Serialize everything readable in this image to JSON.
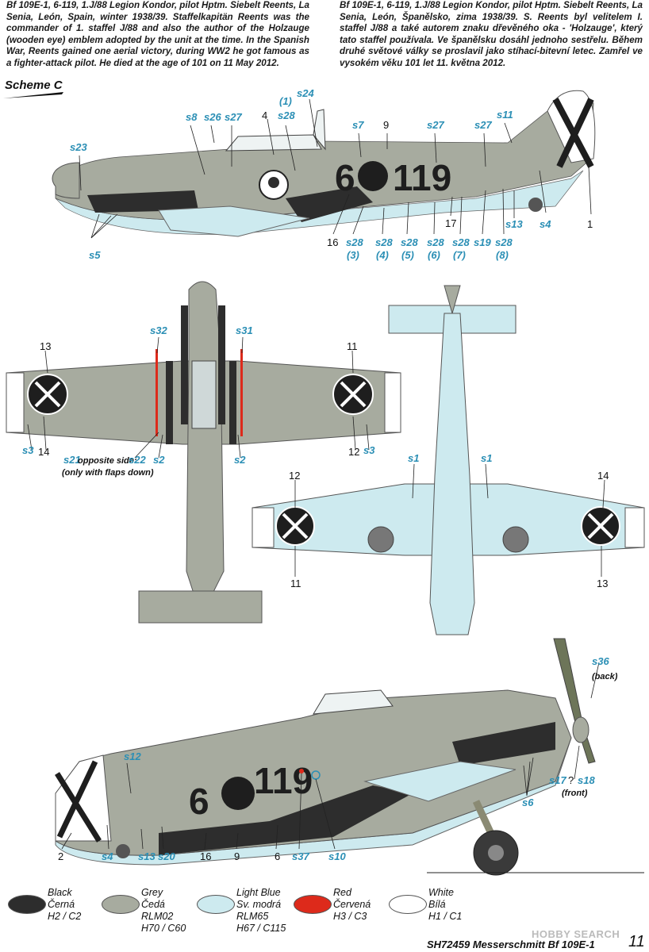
{
  "text_en": "Bf 109E-1, 6-119, 1.J/88 Legion Kondor, pilot Hptm. Siebelt Reents, La Senia, León, Spain, winter 1938/39. Staffelkapitän Reents was the commander of 1. staffel J/88 and also the author of the Holzauge (wooden eye) emblem adopted by the unit at the time. In the Spanish War, Reents gained one aerial victory, during WW2 he got famous as a fighter-attack pilot. He died at the age of 101 on 11 May 2012.",
  "text_cz": "Bf 109E-1, 6-119, 1.J/88 Legion Kondor, pilot Hptm. Siebelt Reents, La Senia, León, Španělsko, zima 1938/39. S. Reents byl velitelem I. staffel J/88 a také autorem znaku dřevěného oka - 'Holzauge', který tato staffel používala. Ve španělsku dosáhl jednoho sestřelu. Během druhé světové války se proslavil jako stíhací-bitevní letec. Zamřel ve vysokém věku 101 let 11. května 2012.",
  "scheme": "Scheme C",
  "code": {
    "left": "6",
    "right": "119"
  },
  "labels": {
    "side_right": [
      "s8",
      "s26",
      "s27",
      "4",
      "(1)",
      "s28",
      "s24",
      "s7",
      "9",
      "s27",
      "s27",
      "s11",
      "s23",
      "s5",
      "16",
      "s28",
      "(3)",
      "s28",
      "(4)",
      "s28",
      "(5)",
      "s28",
      "(6)",
      "s28",
      "(7)",
      "17",
      "s19",
      "s28",
      "(8)",
      "s13",
      "s4",
      "1"
    ],
    "top": [
      "s32",
      "s31",
      "13",
      "11",
      "s3",
      "14",
      "12",
      "s3",
      "s21",
      "opposite side:",
      "s22",
      "s2",
      "s2",
      "(only with flaps down)"
    ],
    "bottom": [
      "s1",
      "s1",
      "12",
      "14",
      "11",
      "13"
    ],
    "side_left": [
      "s12",
      "s36",
      "(back)",
      "2",
      "s4",
      "s13",
      "s20",
      "16",
      "9",
      "6",
      "s37",
      "s10",
      "s6",
      "s17",
      "?",
      "s18",
      "(front)"
    ]
  },
  "legend": [
    {
      "name_en": "Black",
      "name_cz": "Černá",
      "codes": "H2 / C2",
      "rlm": "",
      "color": "#2d2d2d"
    },
    {
      "name_en": "Grey",
      "name_cz": "Čedá",
      "codes": "H70 / C60",
      "rlm": "RLM02",
      "color": "#a7ab9f"
    },
    {
      "name_en": "Light Blue",
      "name_cz": "Sv. modrá",
      "codes": "H67 / C115",
      "rlm": "RLM65",
      "color": "#cdeaef"
    },
    {
      "name_en": "Red",
      "name_cz": "Červená",
      "codes": "H3 / C3",
      "rlm": "",
      "color": "#dd2a1b"
    },
    {
      "name_en": "White",
      "name_cz": "Bílá",
      "codes": "H1 / C1",
      "rlm": "",
      "color": "#ffffff"
    }
  ],
  "footer": "SH72459 Messerschmitt Bf 109E-1",
  "page_number": "11",
  "watermark": "HOBBY SEARCH"
}
